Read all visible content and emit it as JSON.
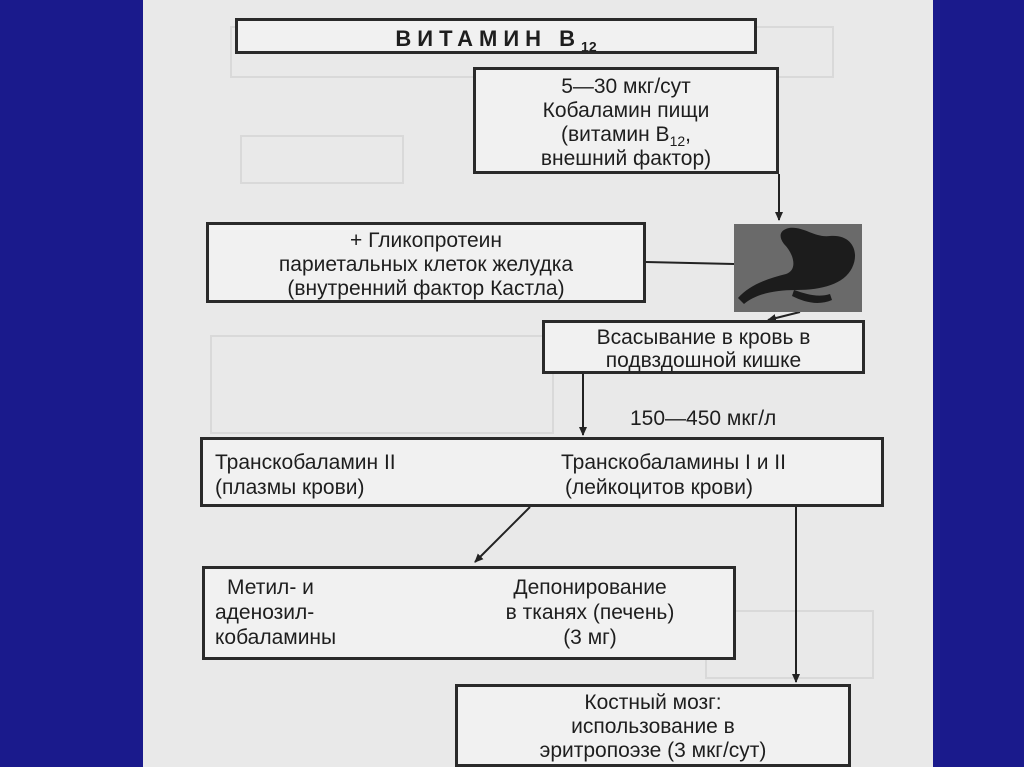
{
  "title": {
    "main": "ВИТАМИН В",
    "sub": "12"
  },
  "food": {
    "line1": "5—30 мкг/сут",
    "line2": "Кобаламин пищи",
    "line3a": "(витамин В",
    "line3sub": "12",
    "line3b": ",",
    "line4": "внешний фактор)"
  },
  "glyco": {
    "line1": "+ Гликопротеин",
    "line2": "париетальных клеток желудка",
    "line3": "(внутренний фактор Кастла)"
  },
  "absorb": {
    "line1": "Всасывание в кровь в",
    "line2": "подвздошной кишке"
  },
  "concentration": "150—450 мкг/л",
  "trans": {
    "left1": "Транскобаламин II",
    "left2": "(плазмы крови)",
    "right1": "Транскобаламины I и II",
    "right2": "(лейкоцитов крови)"
  },
  "methyl": {
    "left1": "Метил- и",
    "left2": "аденозил-",
    "left3": "кобаламины",
    "right1": "Депонирование",
    "right2": "в тканях (печень)",
    "right3": "(3 мг)"
  },
  "marrow": {
    "line1": "Костный мозг:",
    "line2": "использование в",
    "line3": "эритропоэзе (3 мкг/сут)"
  }
}
